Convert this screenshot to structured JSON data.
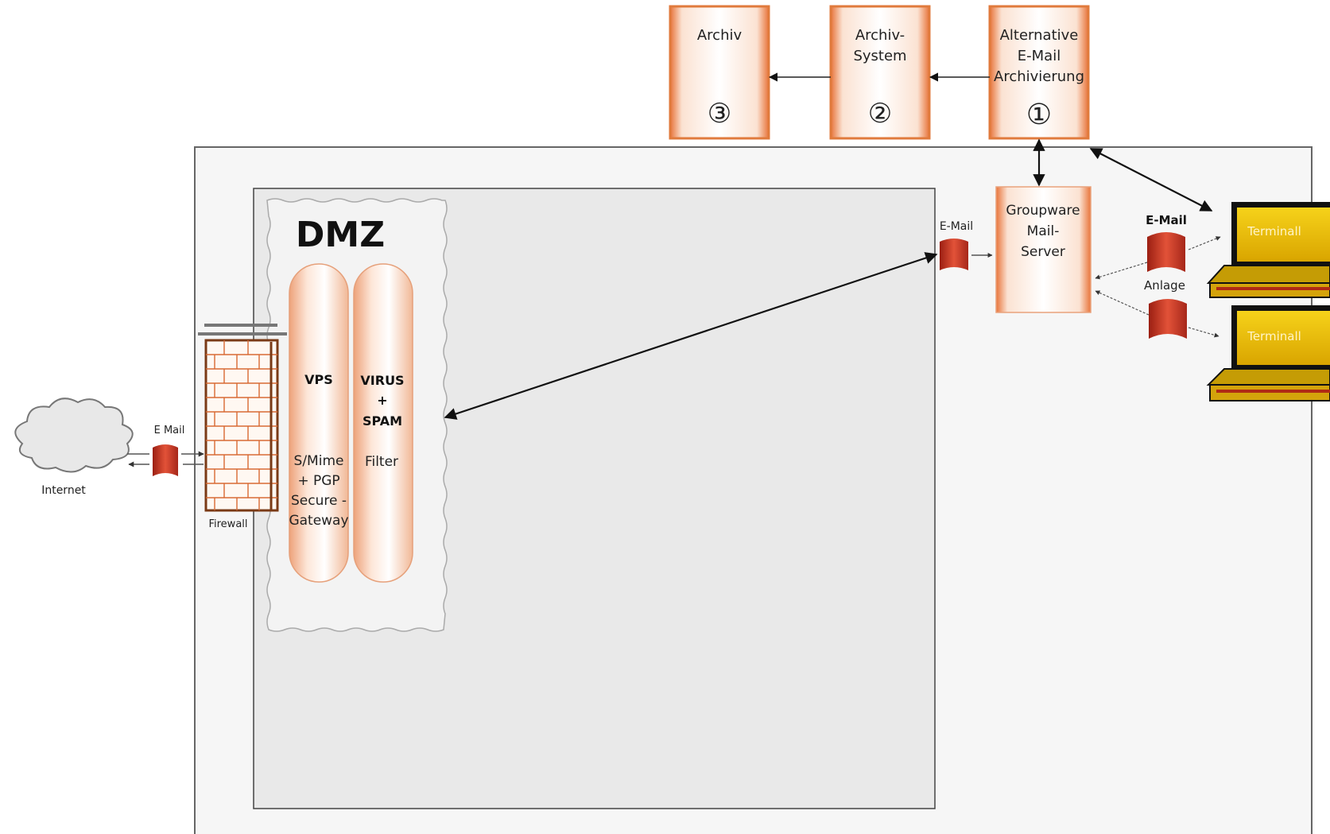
{
  "archive_boxes": {
    "archiv": {
      "label_lines": [
        "Archiv"
      ],
      "step": "③"
    },
    "archiv_system": {
      "label_lines": [
        "Archiv-",
        "System"
      ],
      "step": "②"
    },
    "alt_archivierung": {
      "label_lines": [
        "Alternative",
        "E-Mail",
        "Archivierung"
      ],
      "step": "①"
    }
  },
  "dmz": {
    "title": "DMZ",
    "vps": {
      "title": "VPS",
      "lines": [
        "S/Mime",
        "+ PGP",
        "Secure -",
        "Gateway"
      ]
    },
    "virus_spam": {
      "title_lines": [
        "VIRUS",
        "+",
        "SPAM"
      ],
      "subtitle": "Filter"
    }
  },
  "internet": {
    "label": "Internet",
    "mail_label": "E Mail"
  },
  "firewall": {
    "label": "Firewall"
  },
  "groupware": {
    "label_lines": [
      "Groupware",
      "Mail-",
      "Server"
    ],
    "incoming_mail_label": "E-Mail"
  },
  "clients": {
    "mail_label": "E-Mail",
    "attachment_label": "Anlage",
    "terminal_1": "Terminall",
    "terminal_2": "Terminall"
  },
  "colors": {
    "accent_orange": "#e07a3c",
    "flag_red": "#c9321f",
    "terminal_yellow": "#f2c200",
    "zone_gray": "#eaeaea"
  }
}
